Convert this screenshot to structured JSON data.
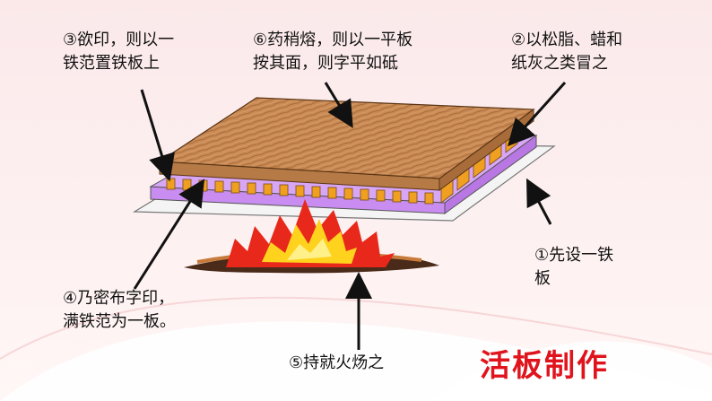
{
  "labels": {
    "step3": [
      "③欲印，则以一",
      "铁范置铁板上"
    ],
    "step6": [
      "⑥药稍熔，则以一平板",
      "按其面，则字平如砥"
    ],
    "step2": [
      "②以松脂、蜡和",
      "纸灰之类冒之"
    ],
    "step1": [
      "①先设一铁",
      "板"
    ],
    "step4": [
      "④乃密布字印，",
      "满铁范为一板。"
    ],
    "step5": [
      "⑤持就火炀之"
    ]
  },
  "title": "活板制作",
  "colors": {
    "title": "#e0141c",
    "wood": "#c98a55",
    "wax": "#c98cf0",
    "type_blocks": "#f0a020",
    "iron_plate": "#f2f2f2",
    "fire_outer": "#e8281a",
    "fire_inner": "#ffd21e"
  }
}
